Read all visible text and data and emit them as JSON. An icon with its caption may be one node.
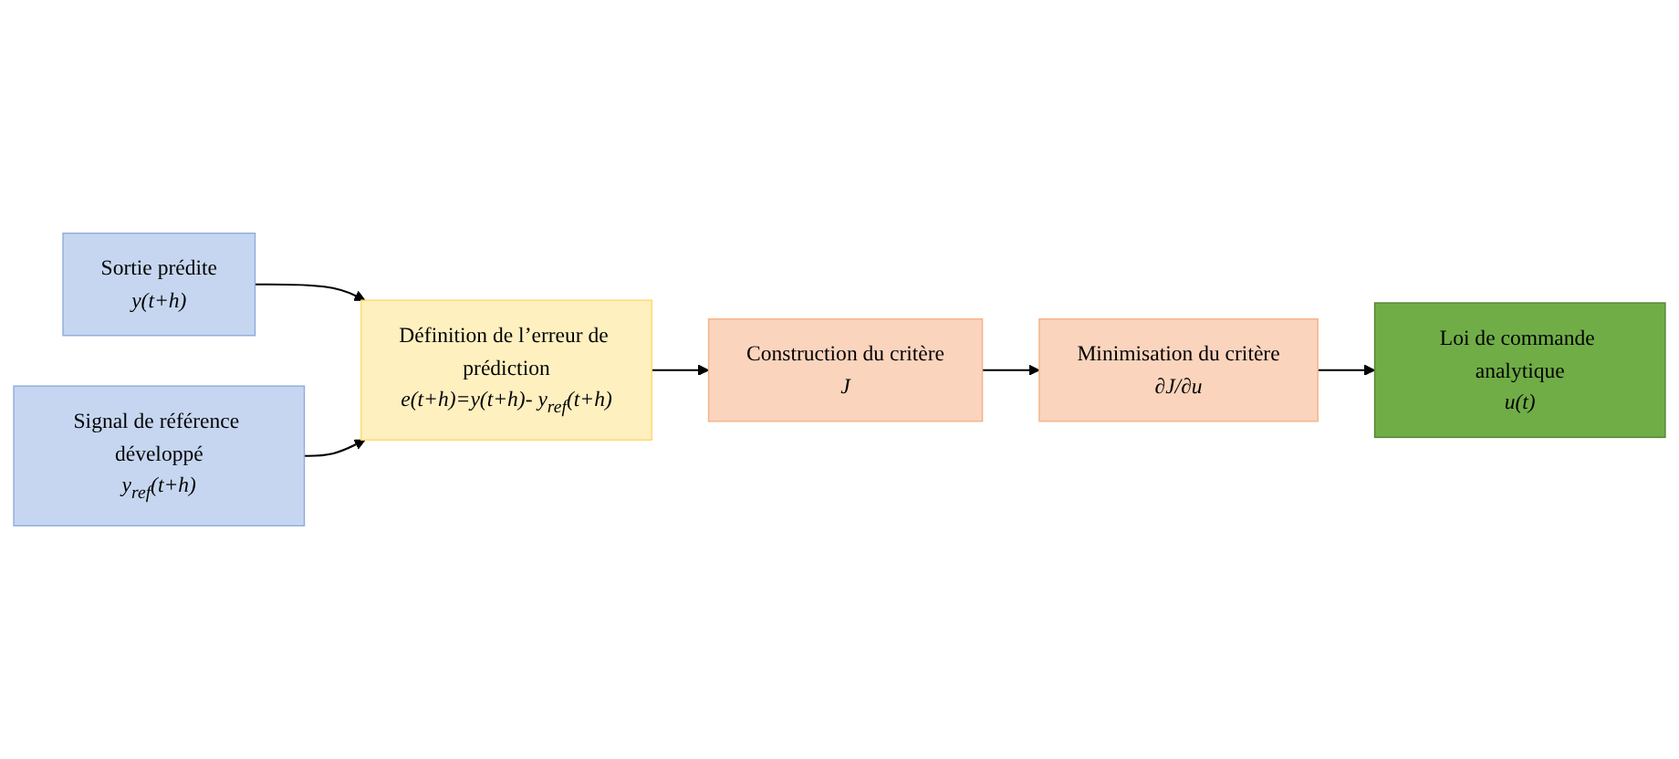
{
  "diagram": {
    "nodes": [
      {
        "text": [
          "Sortie prédite",
          "y(t+h)"
        ]
      },
      {
        "text": [
          "Signal de référence développé",
          "y$_{ref}$(t+h)"
        ]
      },
      {
        "text": [
          "Définition de l’erreur de prédiction",
          "e(t+h)=y(t+h)- y$_{ref}$(t+h)"
        ]
      },
      {
        "text": [
          "Construction du critère",
          "J"
        ]
      },
      {
        "text": [
          "Minimisation du critère",
          "∂J/∂u"
        ]
      },
      {
        "text": [
          "Loi de commande analytique",
          "u(t)"
        ]
      }
    ],
    "edges": [
      {
        "from": 0,
        "to": 2,
        "arrow": "to"
      },
      {
        "from": 1,
        "to": 2,
        "arrow": "to"
      },
      {
        "from": 2,
        "to": 3,
        "arrow": "to"
      },
      {
        "from": 3,
        "to": 4,
        "arrow": "to"
      },
      {
        "from": 4,
        "to": 5,
        "arrow": "to"
      }
    ]
  }
}
